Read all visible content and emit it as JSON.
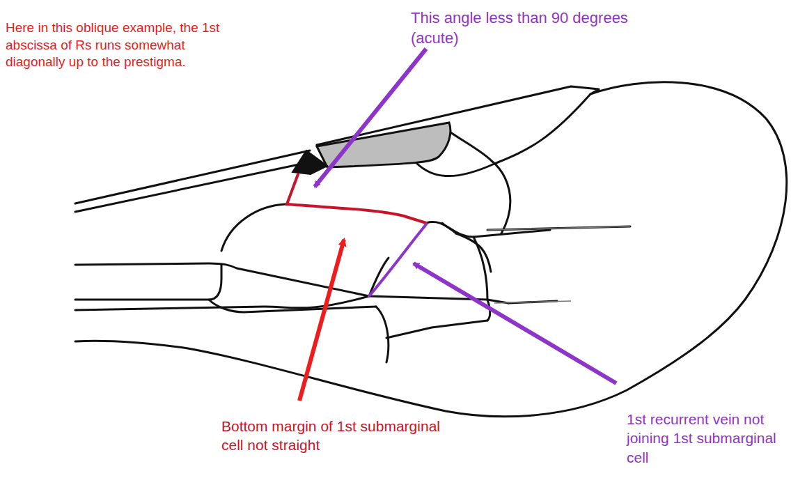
{
  "diagram": {
    "labels": [
      "Here in this oblique example, the 1st abscissa of Rs runs somewhat diagonally up to the prestigma.",
      "This angle less than 90 degrees (acute)",
      "Bottom margin of 1st submarginal cell not straight",
      "1st recurrent vein not joining 1st submarginal cell"
    ]
  }
}
